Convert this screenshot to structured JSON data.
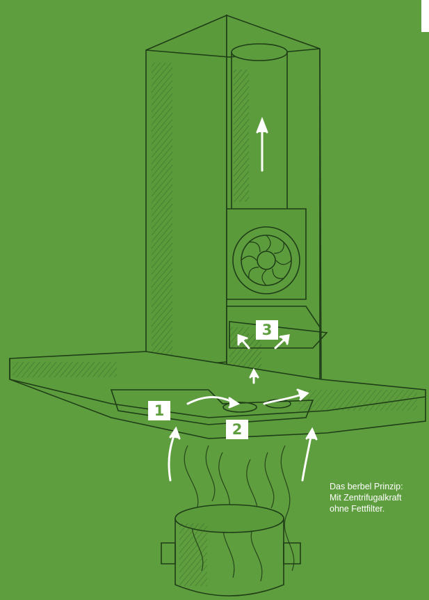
{
  "steps": {
    "one": "1",
    "two": "2",
    "three": "3"
  },
  "caption": {
    "line1": "Das berbel Prinzip:",
    "line2": "Mit Zentrifugalkraft",
    "line3": "ohne Fettfilter."
  },
  "colors": {
    "background": "#5f9e3f",
    "sketch_line": "#1f3d17",
    "arrows": "#ffffff"
  }
}
